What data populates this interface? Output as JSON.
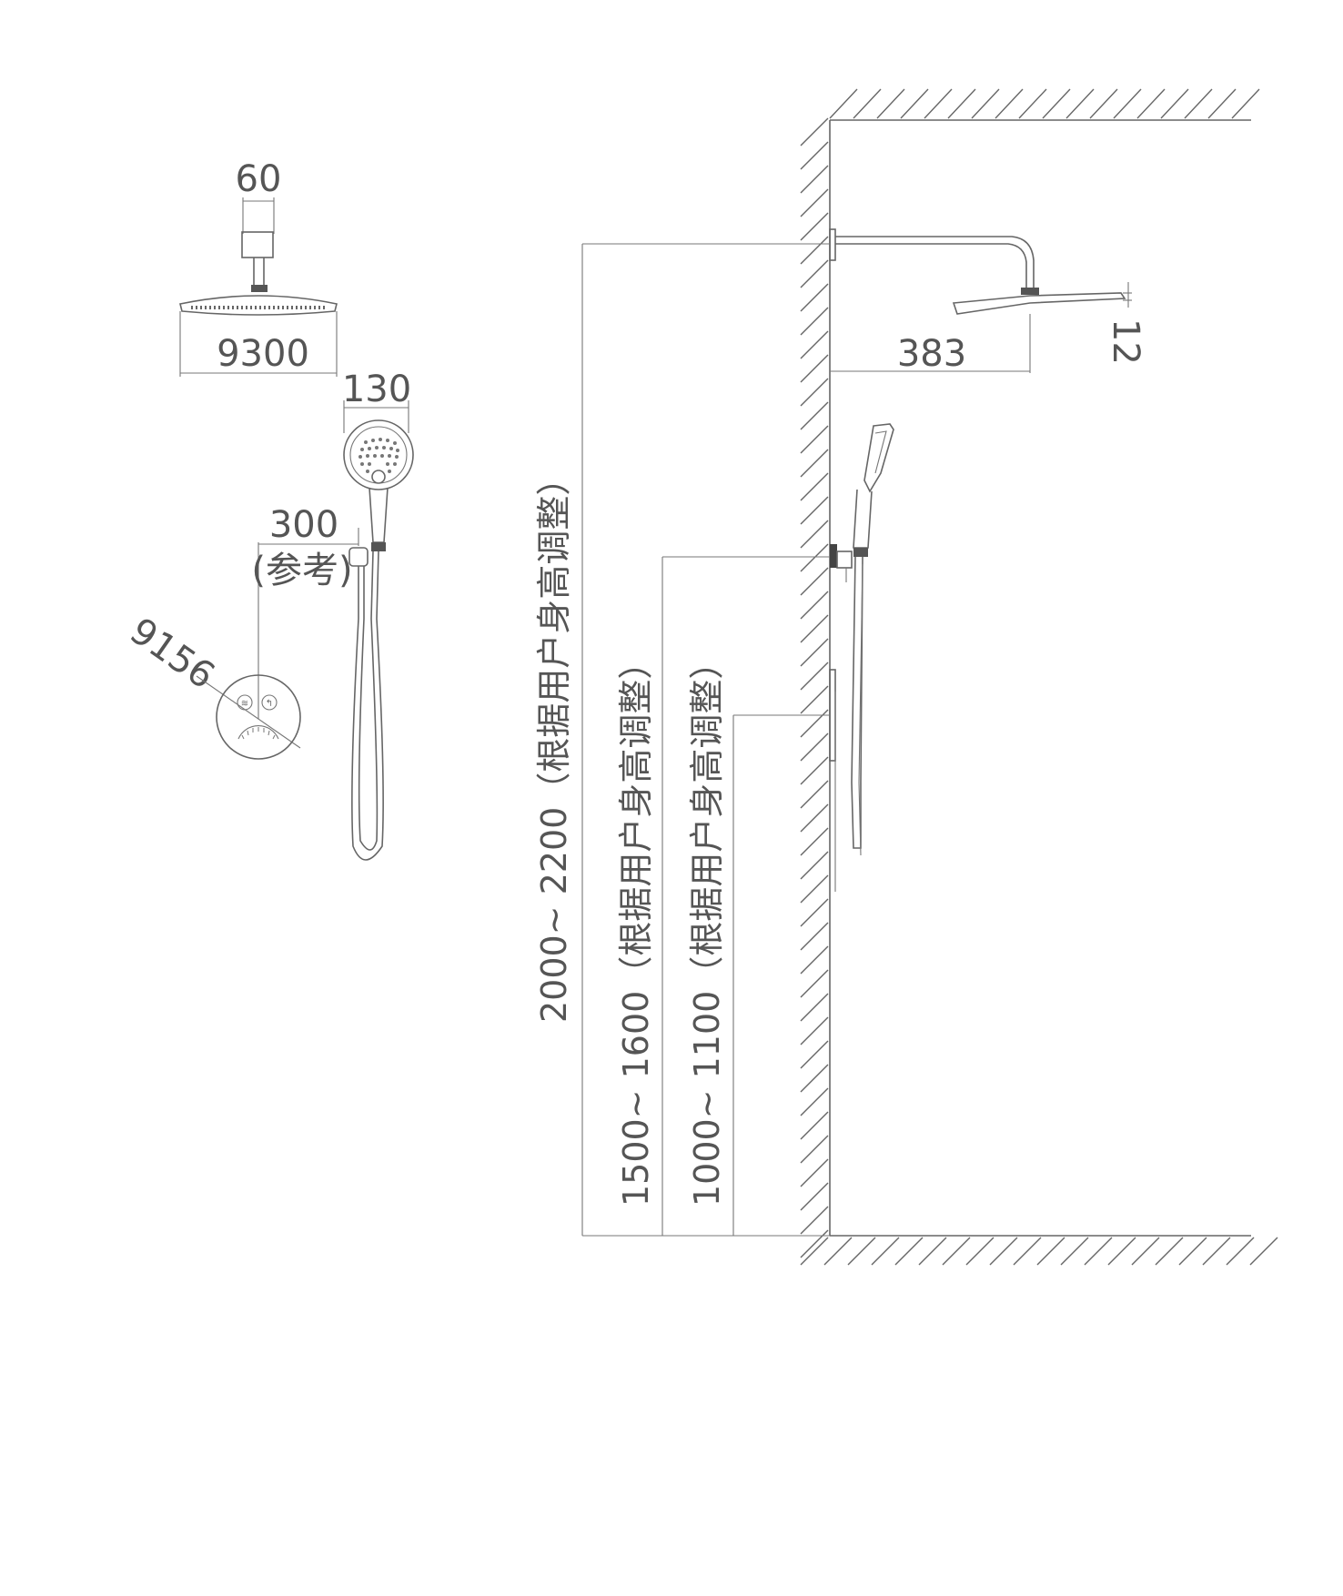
{
  "dimensions": {
    "arm_width": "60",
    "head_diameter": "9300",
    "handheld_width": "130",
    "holder_offset": "300",
    "holder_offset_note": "(参考)",
    "valve_diameter": "9156",
    "arm_length": "383",
    "head_thickness": "12"
  },
  "heights": {
    "overhead": "2000~ 2200（根据用户身高调整）",
    "holder": "1500~ 1600（根据用户身高调整）",
    "valve": "1000~ 1100（根据用户身高调整）"
  },
  "colors": {
    "line": "#666666",
    "text": "#555555"
  }
}
